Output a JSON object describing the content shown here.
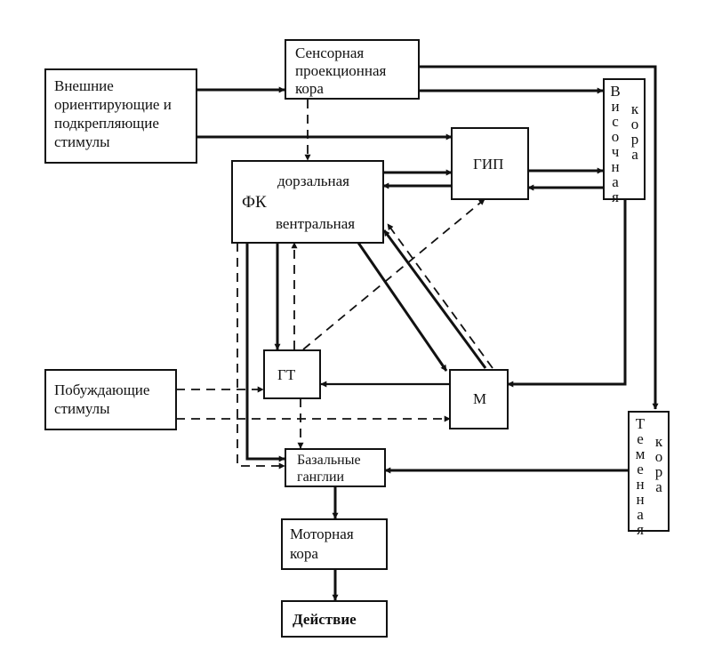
{
  "nodes": {
    "sensory": {
      "lines": [
        "Сенсорная",
        "проекционная",
        "кора"
      ]
    },
    "external": {
      "lines": [
        "Внешние",
        "ориентирующие и",
        "подкрепляющие",
        "стимулы"
      ]
    },
    "temporal": {
      "col1": "Височная",
      "col2": "кора"
    },
    "gip": {
      "label": "ГИП"
    },
    "fk": {
      "label": "ФК",
      "dorsal": "дорзальная",
      "ventral": "вентральная"
    },
    "gt": {
      "label": "ГТ"
    },
    "m": {
      "label": "М"
    },
    "motivational": {
      "lines": [
        "Побуждающие",
        "стимулы"
      ]
    },
    "parietal": {
      "col1": "Теменная",
      "col2": "кора"
    },
    "basal": {
      "lines": [
        "Базальные",
        "ганглии"
      ]
    },
    "motor": {
      "lines": [
        "Моторная",
        "кора"
      ]
    },
    "action": {
      "label": "Действие"
    }
  }
}
